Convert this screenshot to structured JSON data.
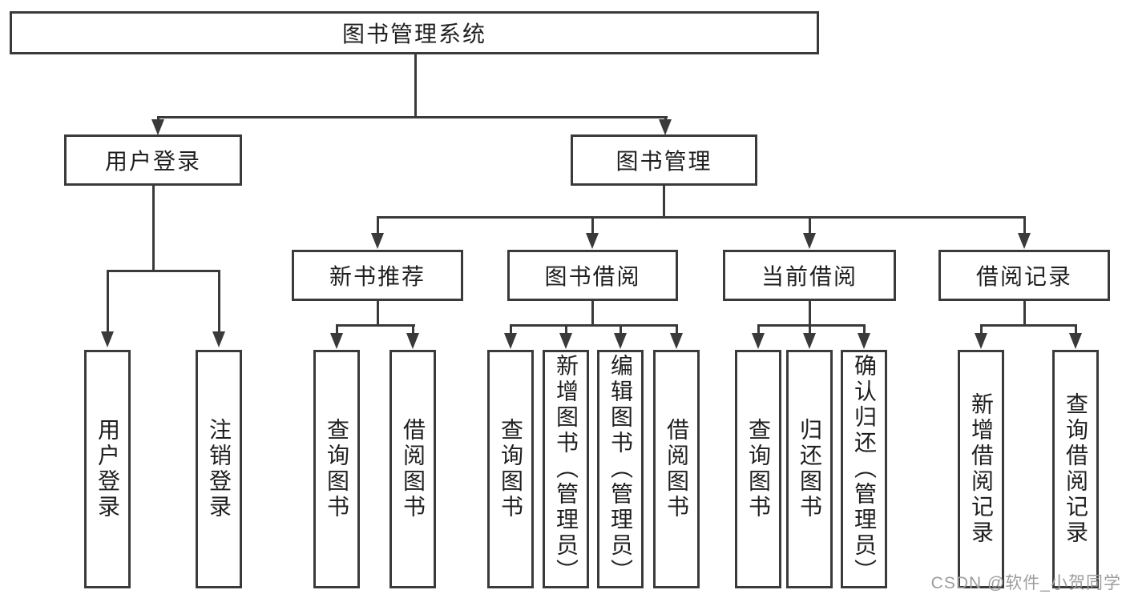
{
  "colors": {
    "line": "#3a3a3a",
    "text": "#1f1f1f",
    "background": "#ffffff",
    "watermark": "#9d9d9d"
  },
  "diagram_type": "function-tree",
  "nodes": {
    "root": "图书管理系统",
    "user_login_group": "用户登录",
    "book_mgmt_group": "图书管理",
    "new_book_rec": "新书推荐",
    "book_borrow": "图书借阅",
    "current_borrow": "当前借阅",
    "borrow_records": "借阅记录",
    "leaf_user_login": "用户登录",
    "leaf_logout": "注销登录",
    "leaf_nb_query": "查询图书",
    "leaf_nb_borrow": "借阅图书",
    "leaf_bb_query": "查询图书",
    "leaf_bb_add": "新增图书（管理员）",
    "leaf_bb_edit": "编辑图书（管理员）",
    "leaf_bb_borrow": "借阅图书",
    "leaf_cb_query": "查询图书",
    "leaf_cb_return": "归还图书",
    "leaf_cb_confirm": "确认归还（管理员）",
    "leaf_br_add": "新增借阅记录",
    "leaf_br_query": "查询借阅记录"
  },
  "watermark": "CSDN @软件_小贺同学"
}
